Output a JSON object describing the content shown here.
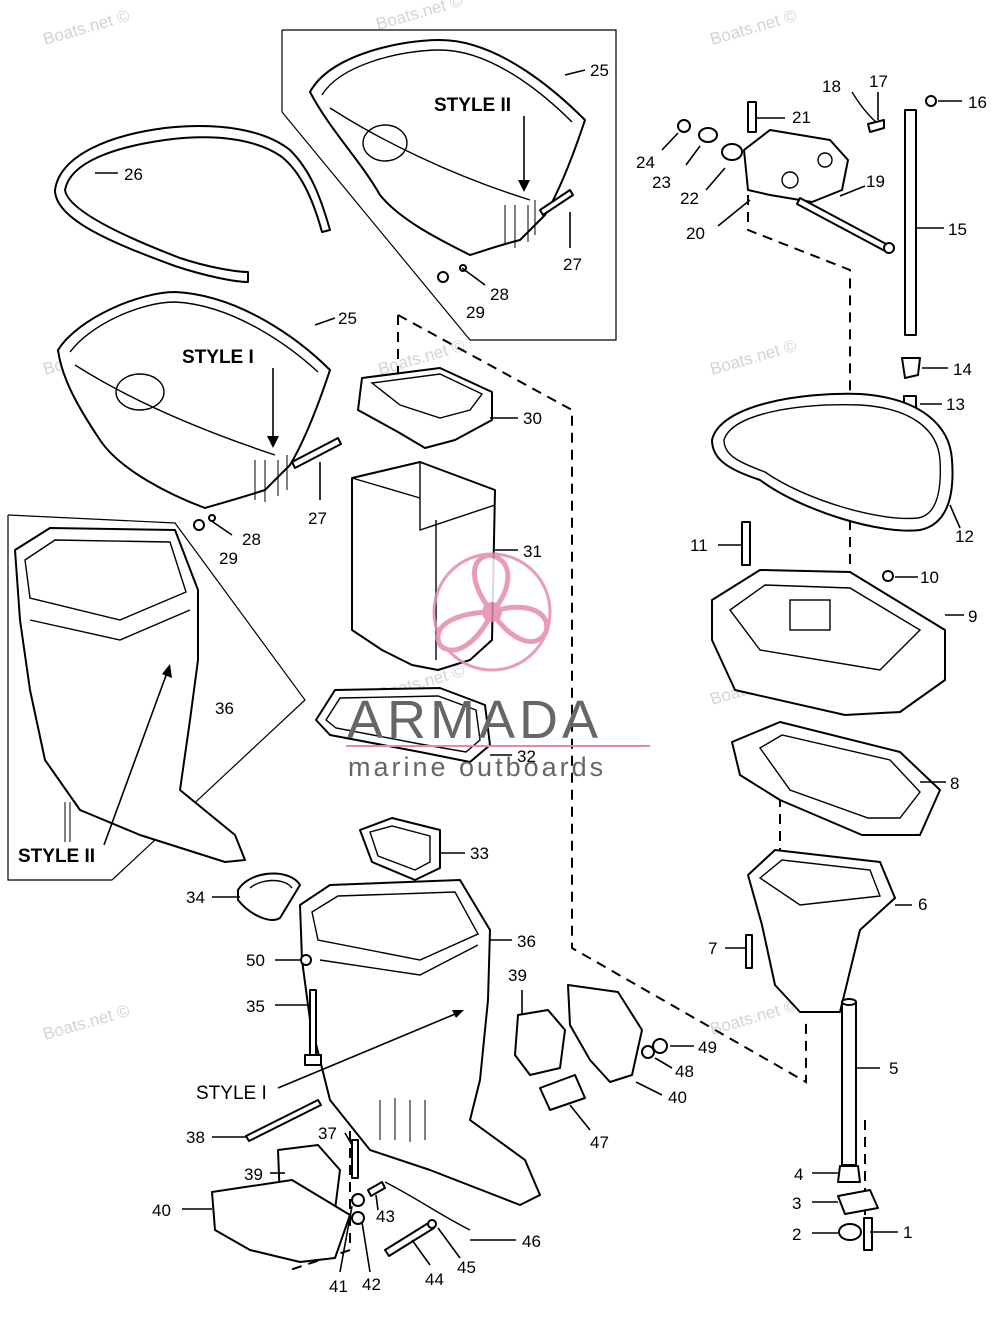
{
  "colors": {
    "line": "#000000",
    "watermark_text": "#d3d3d3",
    "brand_pink": "#e58aae",
    "brand_gray": "#666666"
  },
  "style_labels": {
    "style1": "STYLE I",
    "style2": "STYLE II"
  },
  "watermark": {
    "site": "Boats.net ©"
  },
  "brand": {
    "name": "ARMADA",
    "tagline": "marine outboards",
    "logo": "propeller-logo-icon"
  },
  "parts": [
    "1",
    "2",
    "3",
    "4",
    "5",
    "6",
    "7",
    "8",
    "9",
    "10",
    "11",
    "12",
    "13",
    "14",
    "15",
    "16",
    "17",
    "18",
    "19",
    "20",
    "21",
    "22",
    "23",
    "24",
    "25",
    "26",
    "27",
    "28",
    "29",
    "30",
    "31",
    "32",
    "33",
    "34",
    "35",
    "36",
    "37",
    "38",
    "39",
    "40",
    "41",
    "42",
    "43",
    "44",
    "45",
    "46",
    "47",
    "48",
    "49",
    "50"
  ],
  "labels": {
    "n1": "1",
    "n2": "2",
    "n3": "3",
    "n4": "4",
    "n5": "5",
    "n6": "6",
    "n7": "7",
    "n8": "8",
    "n9": "9",
    "n10": "10",
    "n11": "11",
    "n12": "12",
    "n13": "13",
    "n14": "14",
    "n15": "15",
    "n16": "16",
    "n17": "17",
    "n18": "18",
    "n19": "19",
    "n20": "20",
    "n21": "21",
    "n22": "22",
    "n23": "23",
    "n24": "24",
    "n25": "25",
    "n26": "26",
    "n27": "27",
    "n28": "28",
    "n29": "29",
    "n30": "30",
    "n31": "31",
    "n32": "32",
    "n33": "33",
    "n34": "34",
    "n35": "35",
    "n36": "36",
    "n37": "37",
    "n38": "38",
    "n39": "39",
    "n40": "40",
    "n41": "41",
    "n42": "42",
    "n43": "43",
    "n44": "44",
    "n45": "45",
    "n46": "46",
    "n47": "47",
    "n48": "48",
    "n49": "49",
    "n50": "50"
  }
}
